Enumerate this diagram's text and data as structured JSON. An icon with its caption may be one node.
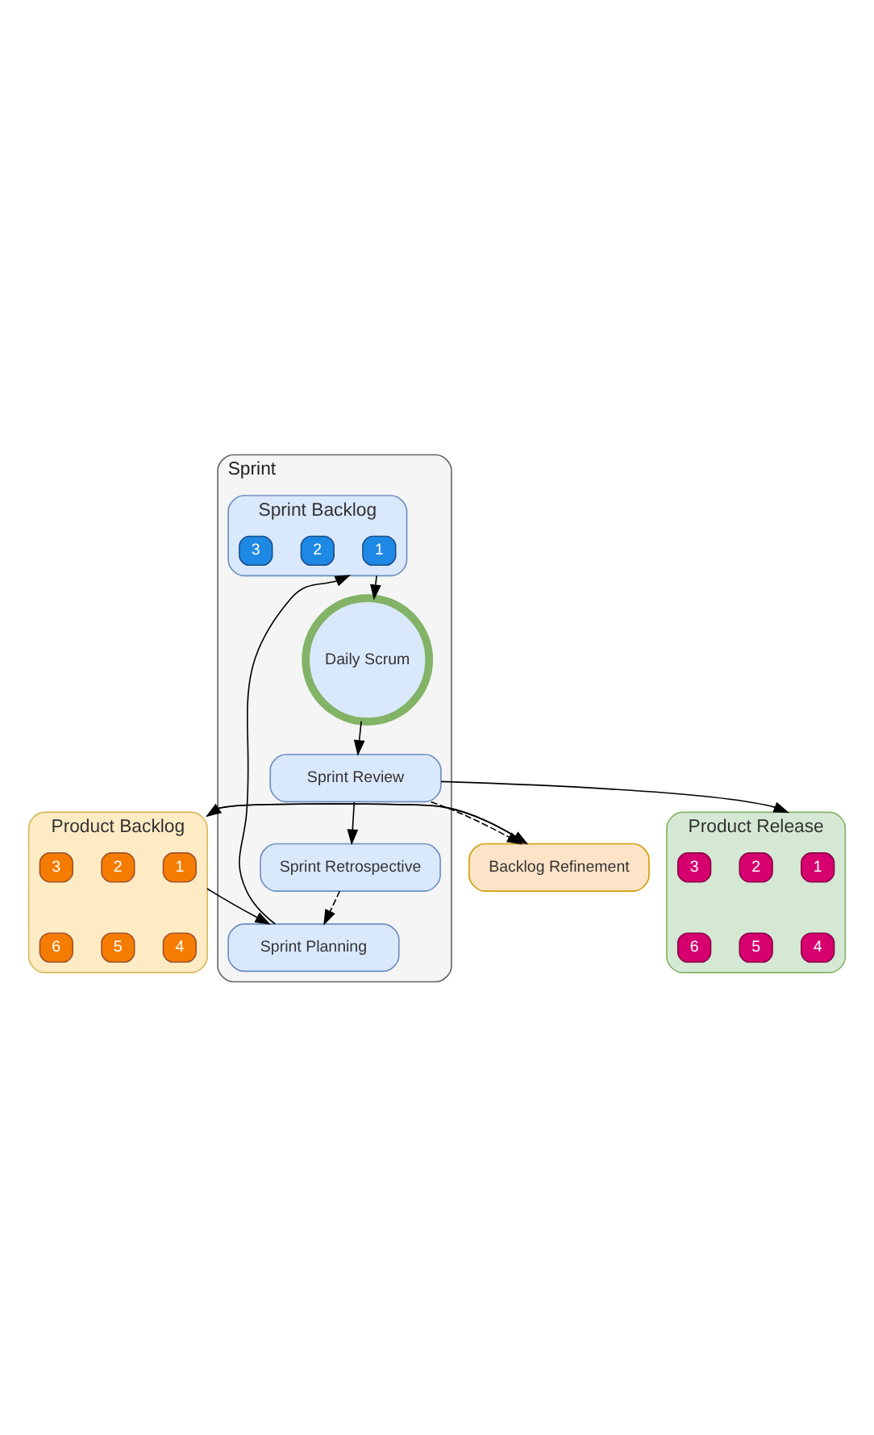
{
  "diagram": {
    "nodes": [
      {
        "text": [
          "Product Backlog"
        ]
      },
      {
        "text": [
          "1"
        ],
        "in": 0
      },
      {
        "text": [
          "2"
        ],
        "in": 0
      },
      {
        "text": [
          "3"
        ],
        "in": 0
      },
      {
        "text": [
          "4"
        ],
        "in": 0
      },
      {
        "text": [
          "5"
        ],
        "in": 0
      },
      {
        "text": [
          "6"
        ],
        "in": 0
      },
      {
        "text": [
          "Backlog Refinement"
        ]
      },
      {
        "text": [
          "Sprint"
        ]
      },
      {
        "text": [
          "Sprint Planning"
        ],
        "in": 8
      },
      {
        "text": [
          "Sprint Backlog"
        ],
        "in": 8
      },
      {
        "text": [
          "1"
        ],
        "in": 10
      },
      {
        "text": [
          "2"
        ],
        "in": 10
      },
      {
        "text": [
          "3"
        ],
        "in": 10
      },
      {
        "text": [
          "Daily Scrum"
        ],
        "in": 8
      },
      {
        "text": [
          "Sprint Review"
        ],
        "in": 8
      },
      {
        "text": [
          "Sprint Retrospective"
        ],
        "in": 8
      },
      {
        "text": [
          "Product Release"
        ]
      },
      {
        "text": [
          "1"
        ],
        "in": 17
      },
      {
        "text": [
          "2"
        ],
        "in": 17
      },
      {
        "text": [
          "3"
        ],
        "in": 17
      },
      {
        "text": [
          "4"
        ],
        "in": 17
      },
      {
        "text": [
          "5"
        ],
        "in": 17
      },
      {
        "text": [
          "6"
        ],
        "in": 17
      }
    ],
    "edges": [
      {
        "from": 0,
        "to": 7,
        "arrow": "to"
      },
      {
        "from": 7,
        "to": 0,
        "arrow": "to"
      },
      {
        "from": 0,
        "to": 9,
        "arrow": "to"
      },
      {
        "from": 9,
        "to": 10,
        "arrow": "to"
      },
      {
        "from": 10,
        "to": 14,
        "arrow": "to"
      },
      {
        "from": 14,
        "to": 15,
        "arrow": "to"
      },
      {
        "from": 15,
        "to": 16,
        "arrow": "to"
      },
      {
        "from": 15,
        "to": 7,
        "arrow": "to",
        "style": "dashed"
      },
      {
        "from": 16,
        "to": 9,
        "arrow": "to",
        "style": "dashed"
      },
      {
        "from": 15,
        "to": 17,
        "arrow": "to"
      }
    ]
  }
}
